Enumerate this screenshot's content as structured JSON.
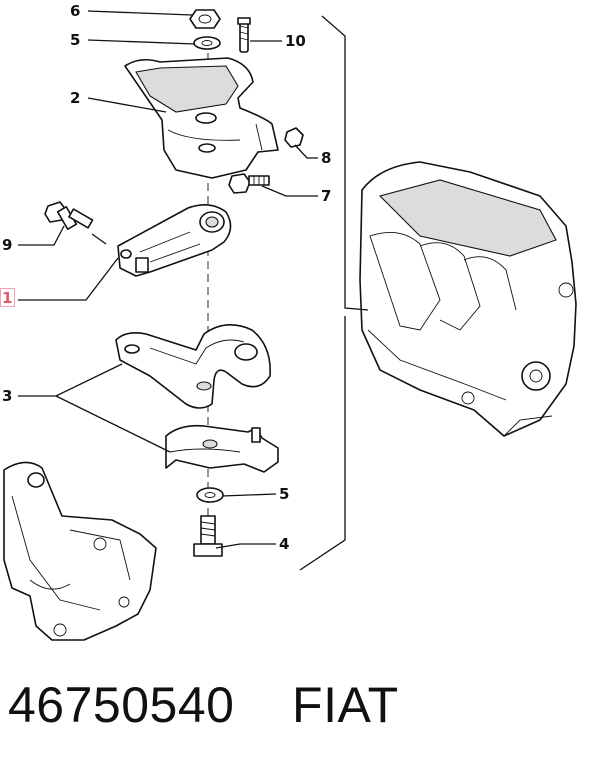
{
  "callouts": {
    "c6": "6",
    "c5_top": "5",
    "c10": "10",
    "c2": "2",
    "c8": "8",
    "c7": "7",
    "c9": "9",
    "c1": "1",
    "c3": "3",
    "c5_bottom": "5",
    "c4": "4"
  },
  "footer": {
    "part_number": "46750540",
    "brand": "FIAT"
  },
  "colors": {
    "ink": "#111111",
    "highlight": "#e15a6b",
    "highlight_box": "#f2a3ae"
  }
}
